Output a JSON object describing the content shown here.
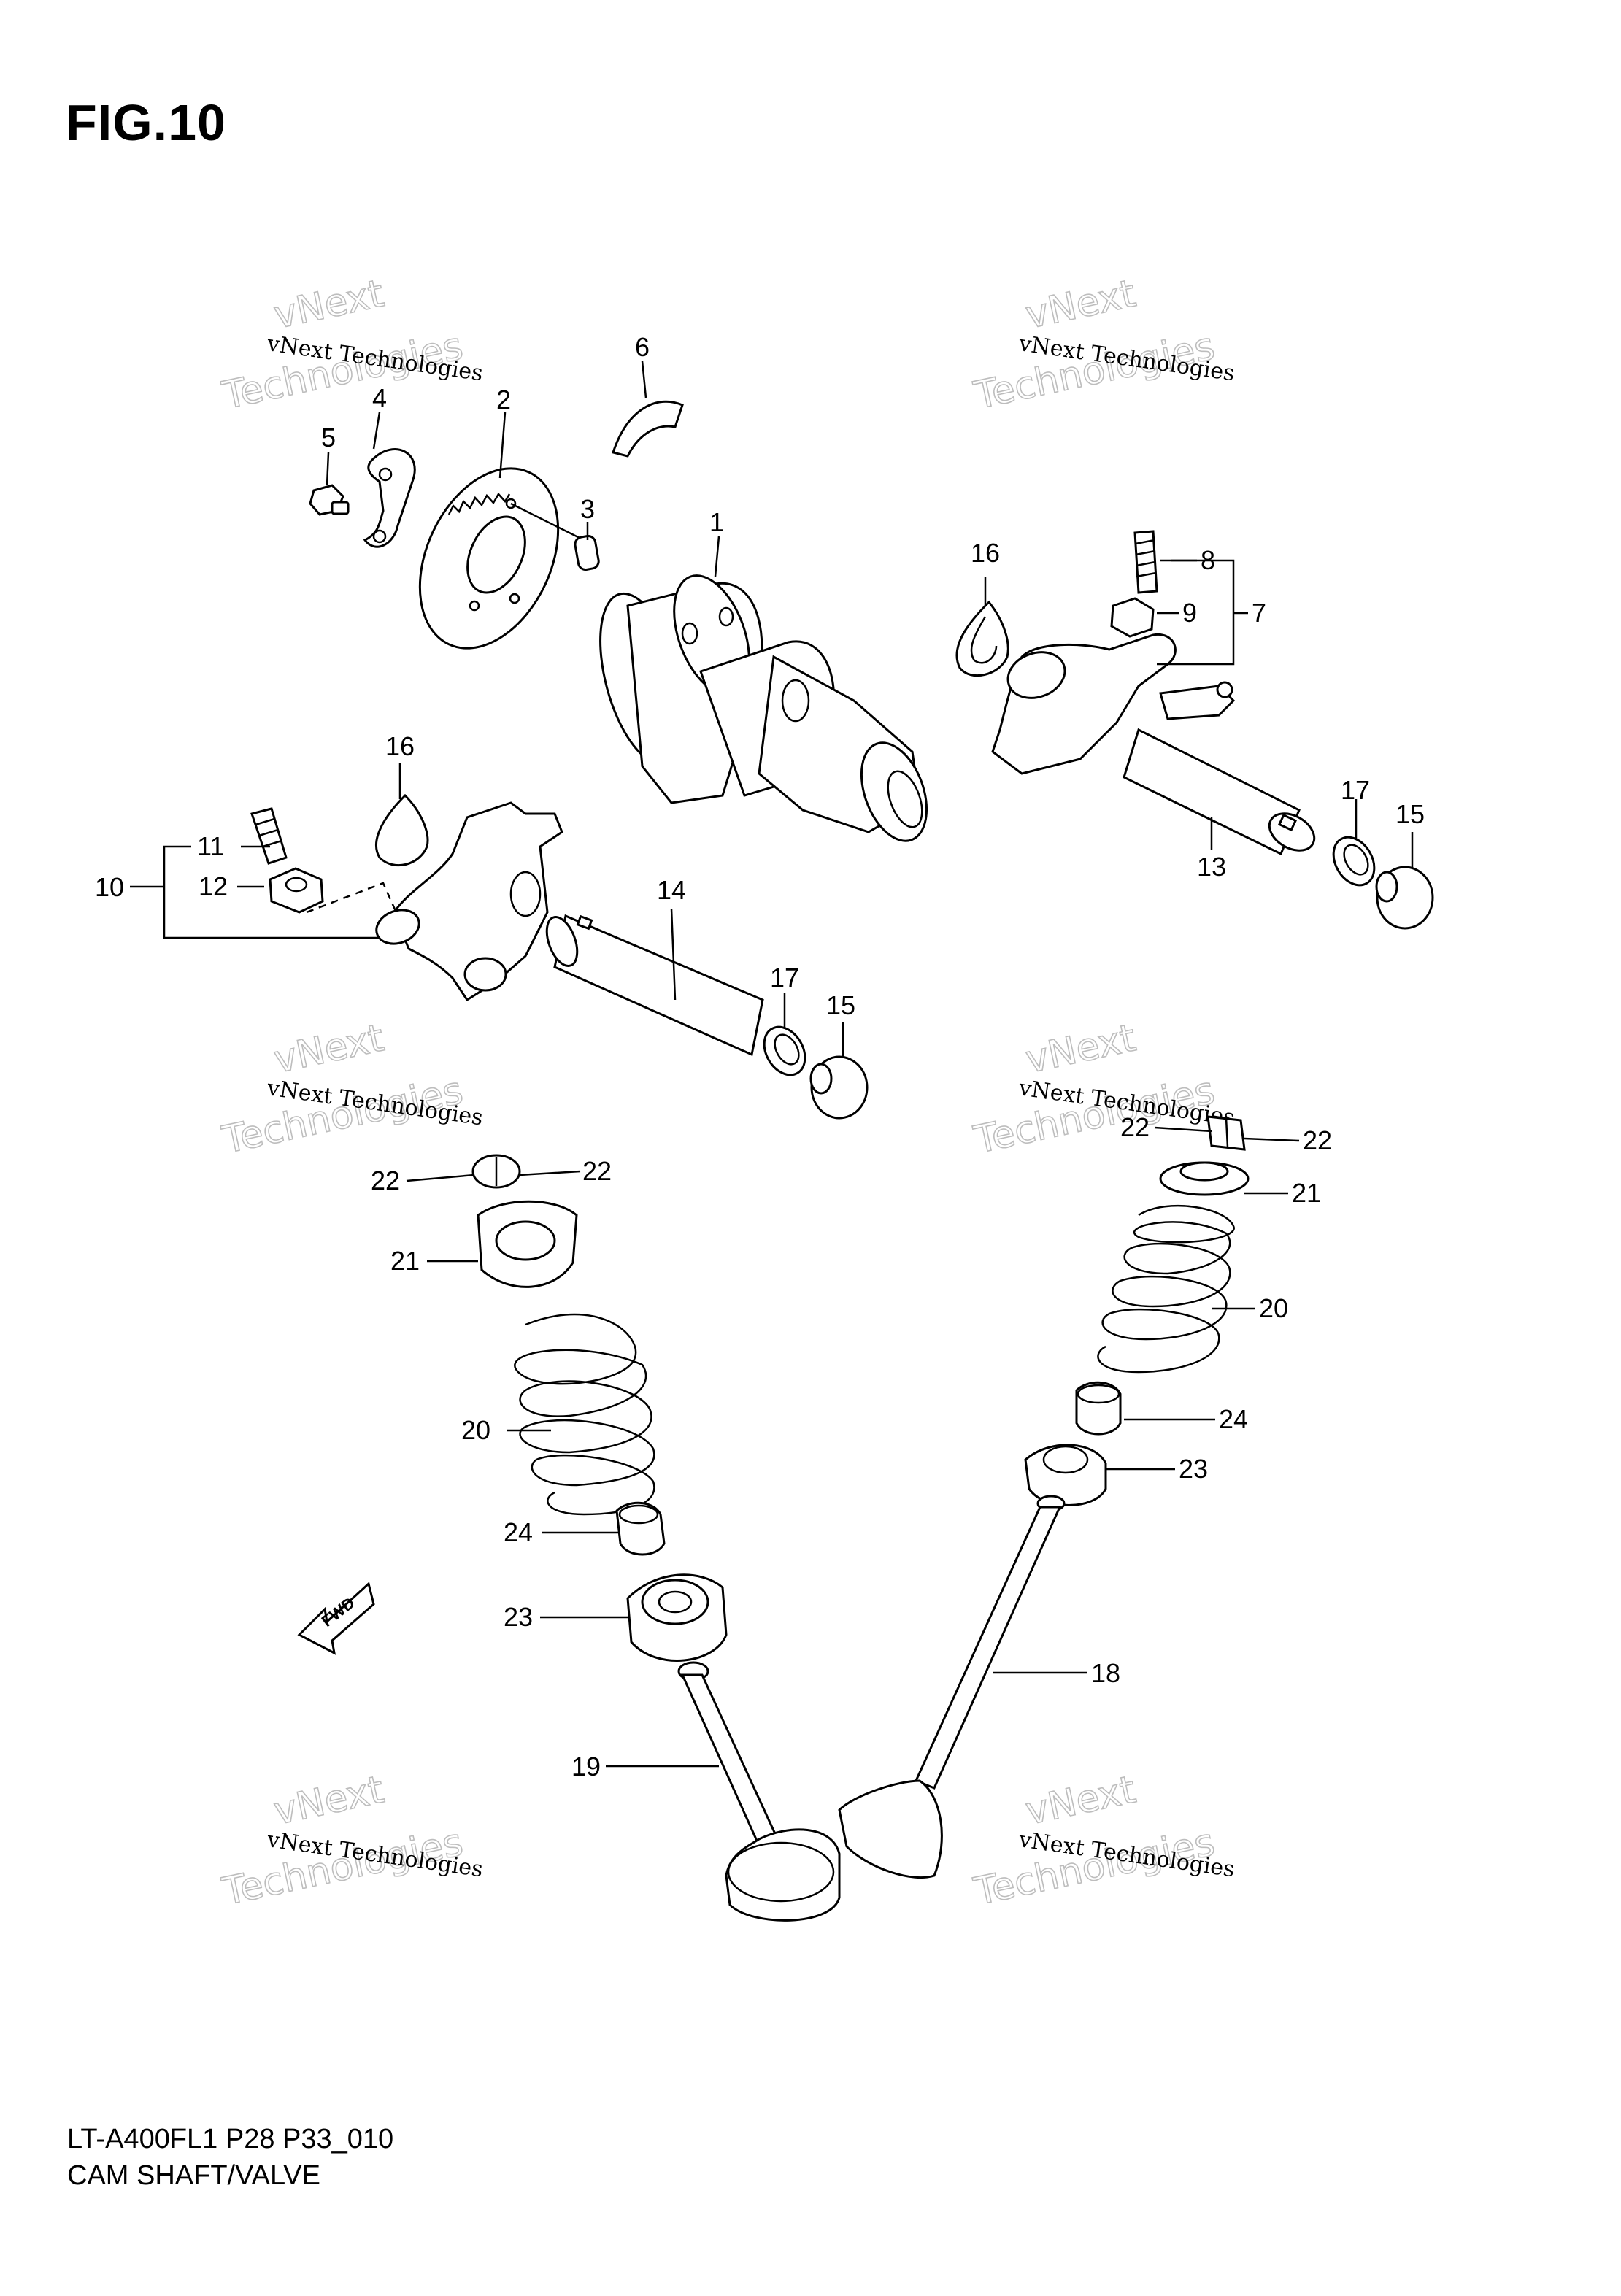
{
  "figure_title": "FIG.10",
  "footer": {
    "code": "LT-A400FL1 P28 P33_010",
    "caption": "CAM SHAFT/VALVE"
  },
  "watermark": {
    "line1": "vNext Technologies",
    "line2": "vNext",
    "line3": "Technologies"
  },
  "direction_arrow": "FWD",
  "callouts": {
    "c1": "1",
    "c2": "2",
    "c3": "3",
    "c4": "4",
    "c5": "5",
    "c6": "6",
    "c7": "7",
    "c8": "8",
    "c9": "9",
    "c10": "10",
    "c11": "11",
    "c12": "12",
    "c13": "13",
    "c14": "14",
    "c15a": "15",
    "c15b": "15",
    "c16a": "16",
    "c16b": "16",
    "c17a": "17",
    "c17b": "17",
    "c18": "18",
    "c19": "19",
    "c20a": "20",
    "c20b": "20",
    "c21a": "21",
    "c21b": "21",
    "c22a": "22",
    "c22b": "22",
    "c22c": "22",
    "c22d": "22",
    "c23a": "23",
    "c23b": "23",
    "c24a": "24",
    "c24b": "24"
  }
}
